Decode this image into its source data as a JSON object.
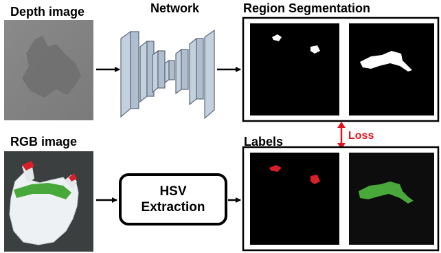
{
  "depth_image": {
    "title": "Depth image"
  },
  "network": {
    "title": "Network"
  },
  "region_segmentation": {
    "title": "Region Segmentation"
  },
  "rgb_image": {
    "title": "RGB image"
  },
  "hsv_box": {
    "line1": "HSV",
    "line2": "Extraction"
  },
  "labels": {
    "title": "Labels"
  },
  "loss": {
    "label": "Loss"
  },
  "colors": {
    "loss": "#e0141e",
    "label_red": "#d91f2a",
    "label_green": "#49a83a",
    "network_fill": "#c3d0de",
    "network_stroke": "#5a6878"
  }
}
